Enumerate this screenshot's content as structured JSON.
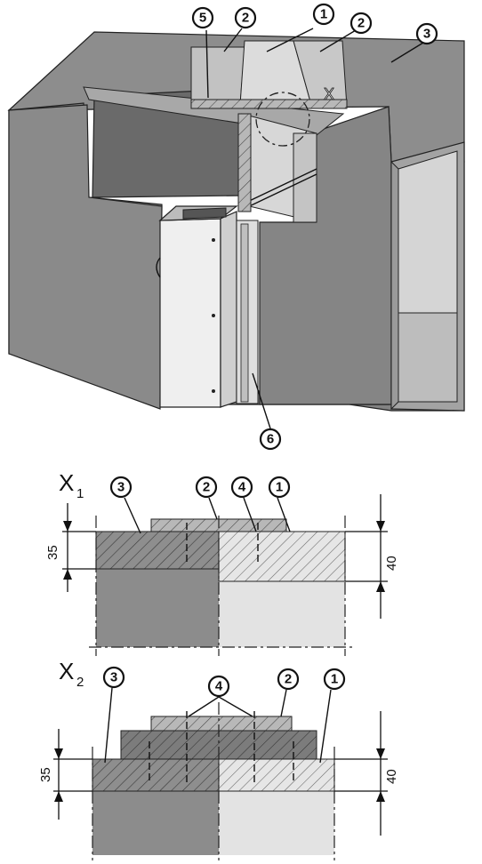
{
  "callouts": {
    "c1": "1",
    "c2": "2",
    "c3": "3",
    "c4": "4",
    "c5": "5",
    "c6": "6"
  },
  "iso_view": {
    "detail_marker": "X"
  },
  "section_x1": {
    "title": "X",
    "subscript": "1",
    "dim_left": "35",
    "dim_right": "40"
  },
  "section_x2": {
    "title": "X",
    "subscript": "2",
    "dim_left": "35",
    "dim_right": "40"
  },
  "colors": {
    "wall": "#8a8a8a",
    "wall_dark": "#6e6e6e",
    "wall_side": "#9c9c9c",
    "board_light": "#e4e4e4",
    "board_dark": "#8c8c8c",
    "line": "#111111"
  }
}
